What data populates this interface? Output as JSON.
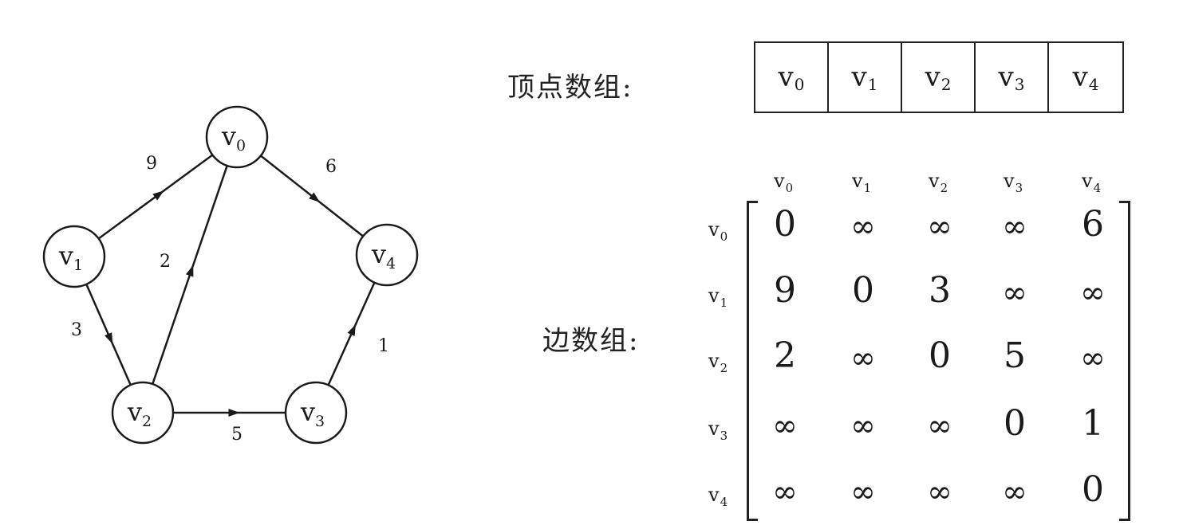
{
  "vertices": [
    {
      "id": "v0",
      "name": "v",
      "sub": "0"
    },
    {
      "id": "v1",
      "name": "v",
      "sub": "1"
    },
    {
      "id": "v2",
      "name": "v",
      "sub": "2"
    },
    {
      "id": "v3",
      "name": "v",
      "sub": "3"
    },
    {
      "id": "v4",
      "name": "v",
      "sub": "4"
    }
  ],
  "edges": [
    {
      "from": "v1",
      "to": "v0",
      "weight": "9"
    },
    {
      "from": "v0",
      "to": "v4",
      "weight": "6"
    },
    {
      "from": "v2",
      "to": "v0",
      "weight": "2"
    },
    {
      "from": "v1",
      "to": "v2",
      "weight": "3"
    },
    {
      "from": "v2",
      "to": "v3",
      "weight": "5"
    },
    {
      "from": "v3",
      "to": "v4",
      "weight": "1"
    }
  ],
  "vertex_array": {
    "title": "顶点数组:",
    "cells": [
      {
        "name": "v",
        "sub": "0"
      },
      {
        "name": "v",
        "sub": "1"
      },
      {
        "name": "v",
        "sub": "2"
      },
      {
        "name": "v",
        "sub": "3"
      },
      {
        "name": "v",
        "sub": "4"
      }
    ]
  },
  "edge_array": {
    "title": "边数组:",
    "headers": [
      {
        "name": "v",
        "sub": "0"
      },
      {
        "name": "v",
        "sub": "1"
      },
      {
        "name": "v",
        "sub": "2"
      },
      {
        "name": "v",
        "sub": "3"
      },
      {
        "name": "v",
        "sub": "4"
      }
    ],
    "matrix": [
      [
        "0",
        "∞",
        "∞",
        "∞",
        "6"
      ],
      [
        "9",
        "0",
        "3",
        "∞",
        "∞"
      ],
      [
        "2",
        "∞",
        "0",
        "5",
        "∞"
      ],
      [
        "∞",
        "∞",
        "∞",
        "0",
        "1"
      ],
      [
        "∞",
        "∞",
        "∞",
        "∞",
        "0"
      ]
    ]
  }
}
